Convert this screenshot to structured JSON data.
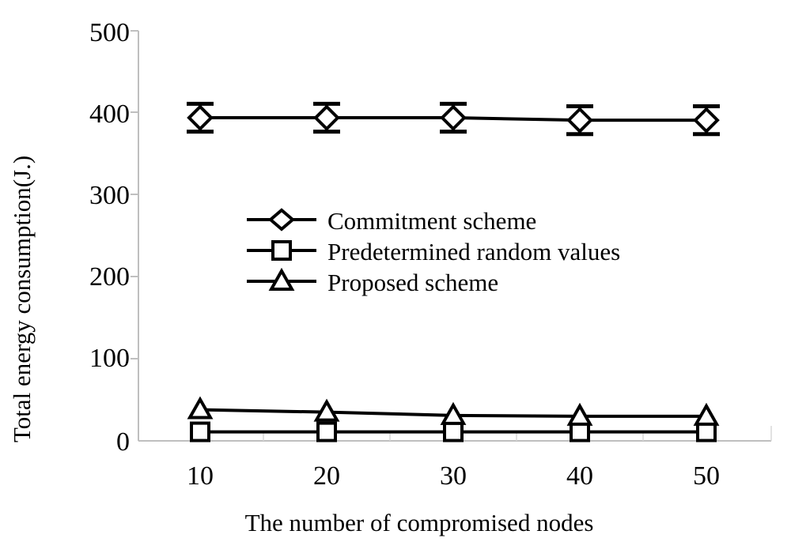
{
  "chart_data": {
    "type": "line",
    "title": "",
    "xlabel": "The number of compromised nodes",
    "ylabel": "Total energy consumption(J.)",
    "categories": [
      "10",
      "20",
      "30",
      "40",
      "50"
    ],
    "x": [
      10,
      20,
      30,
      40,
      50
    ],
    "xlim": [
      5,
      55
    ],
    "ylim": [
      0,
      500
    ],
    "ytick_labels": [
      "0",
      "100",
      "200",
      "300",
      "400",
      "500"
    ],
    "yticks": [
      0,
      100,
      200,
      300,
      400,
      500
    ],
    "grid": false,
    "legend_position": "center-left-inside",
    "series": [
      {
        "name": "Commitment scheme",
        "marker": "diamond",
        "values": [
          394,
          394,
          394,
          391,
          391
        ],
        "error": [
          17,
          17,
          17,
          17,
          17
        ]
      },
      {
        "name": "Predetermined random values",
        "marker": "square",
        "values": [
          11,
          11,
          11,
          11,
          11
        ],
        "error": [
          0,
          0,
          0,
          0,
          0
        ]
      },
      {
        "name": "Proposed scheme",
        "marker": "triangle",
        "values": [
          38,
          35,
          31,
          30,
          30
        ],
        "error": [
          0,
          0,
          0,
          0,
          0
        ]
      }
    ],
    "colors": {
      "series_stroke": "#000000",
      "marker_fill": "#ffffff",
      "axis": "#bfbfbf",
      "background": "#ffffff"
    }
  },
  "axes": {
    "y_title": "Total energy consumption(J.)",
    "x_title": "The number of compromised nodes",
    "y_tick_labels": [
      "500",
      "400",
      "300",
      "200",
      "100",
      "0"
    ],
    "x_tick_labels": [
      "10",
      "20",
      "30",
      "40",
      "50"
    ]
  },
  "legend": {
    "entries": [
      {
        "label": "Commitment scheme",
        "marker": "diamond-marker-icon"
      },
      {
        "label": "Predetermined random values",
        "marker": "square-marker-icon"
      },
      {
        "label": "Proposed scheme",
        "marker": "triangle-marker-icon"
      }
    ]
  }
}
